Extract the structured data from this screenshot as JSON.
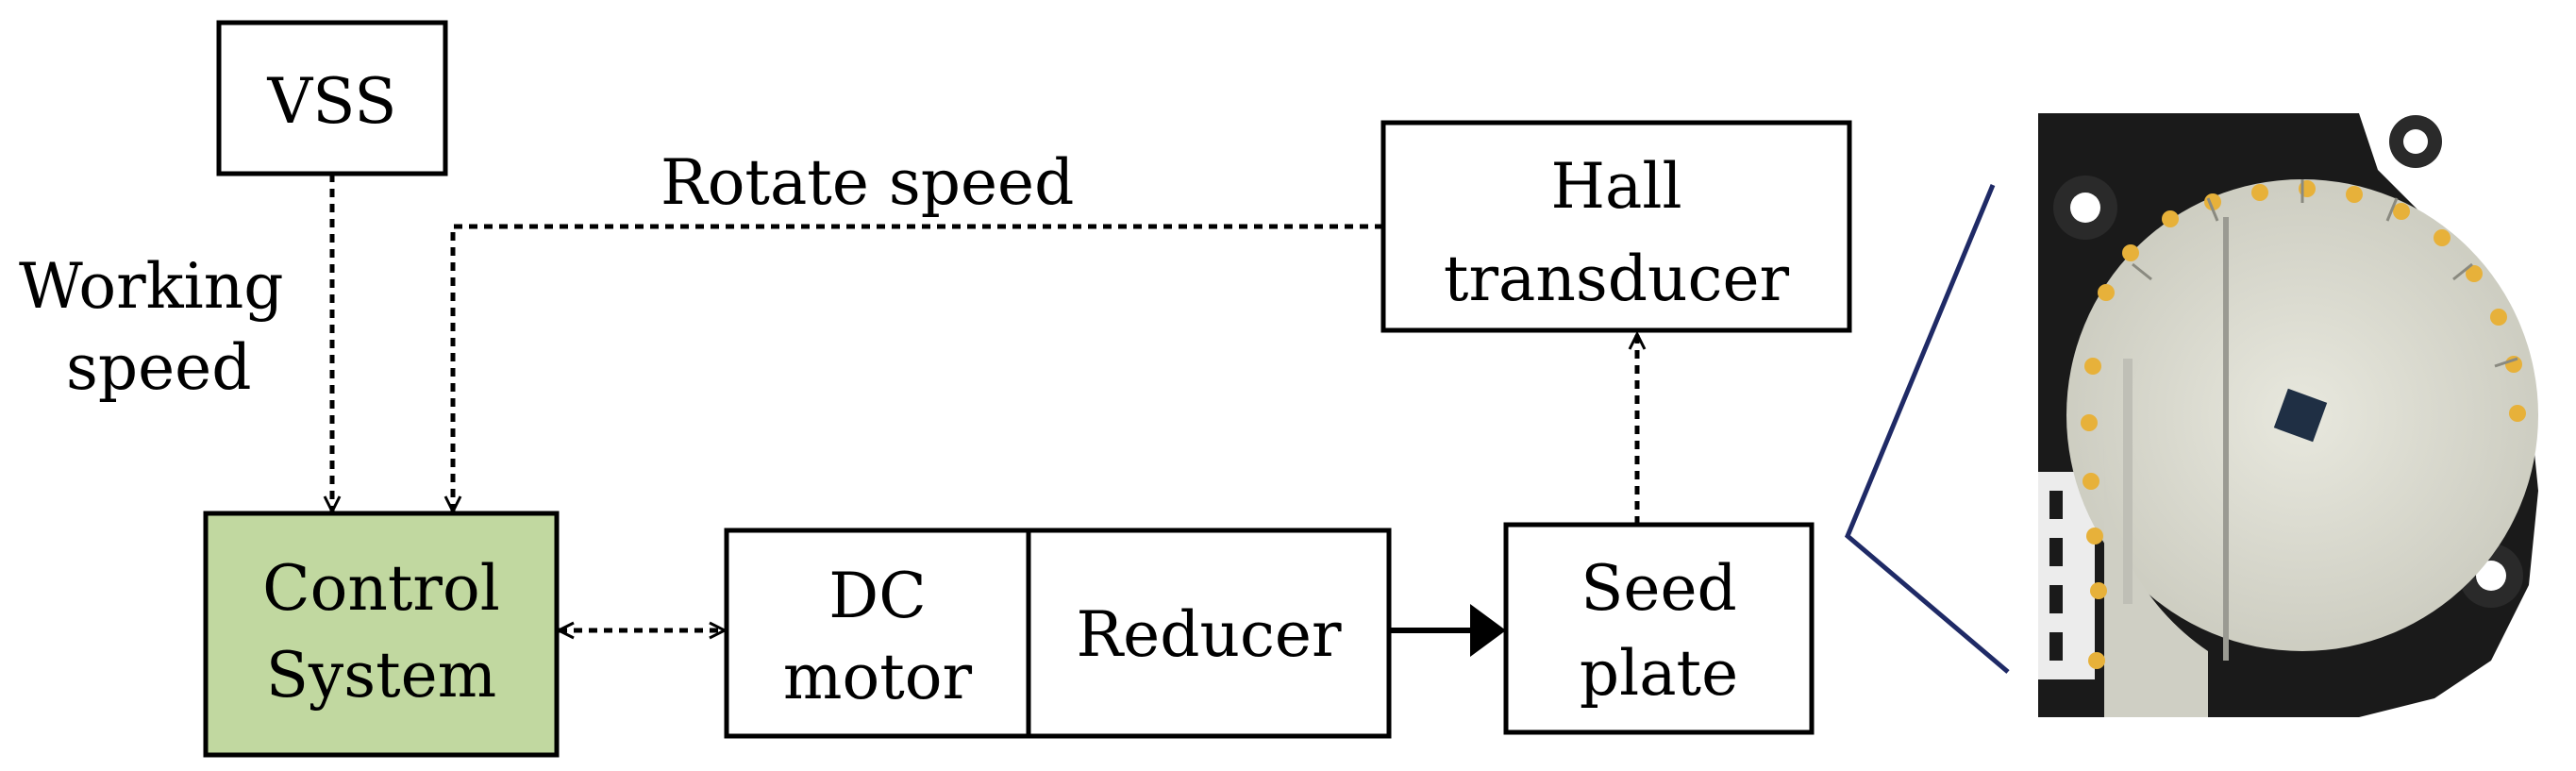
{
  "nodes": {
    "vss": "VSS",
    "hall": [
      "Hall",
      "transducer"
    ],
    "control": [
      "Control",
      "System"
    ],
    "dc_motor": [
      "DC",
      "motor"
    ],
    "reducer": "Reducer",
    "seed_plate": [
      "Seed",
      "plate"
    ]
  },
  "edges": {
    "working_speed": [
      "Working",
      "speed"
    ],
    "rotate_speed": "Rotate speed"
  },
  "colors": {
    "control_fill": "#c1d8a0",
    "line": "#000000",
    "callout_line": "#1f2a66"
  },
  "illustration": {
    "icon": "seed-plate-photo-icon"
  }
}
